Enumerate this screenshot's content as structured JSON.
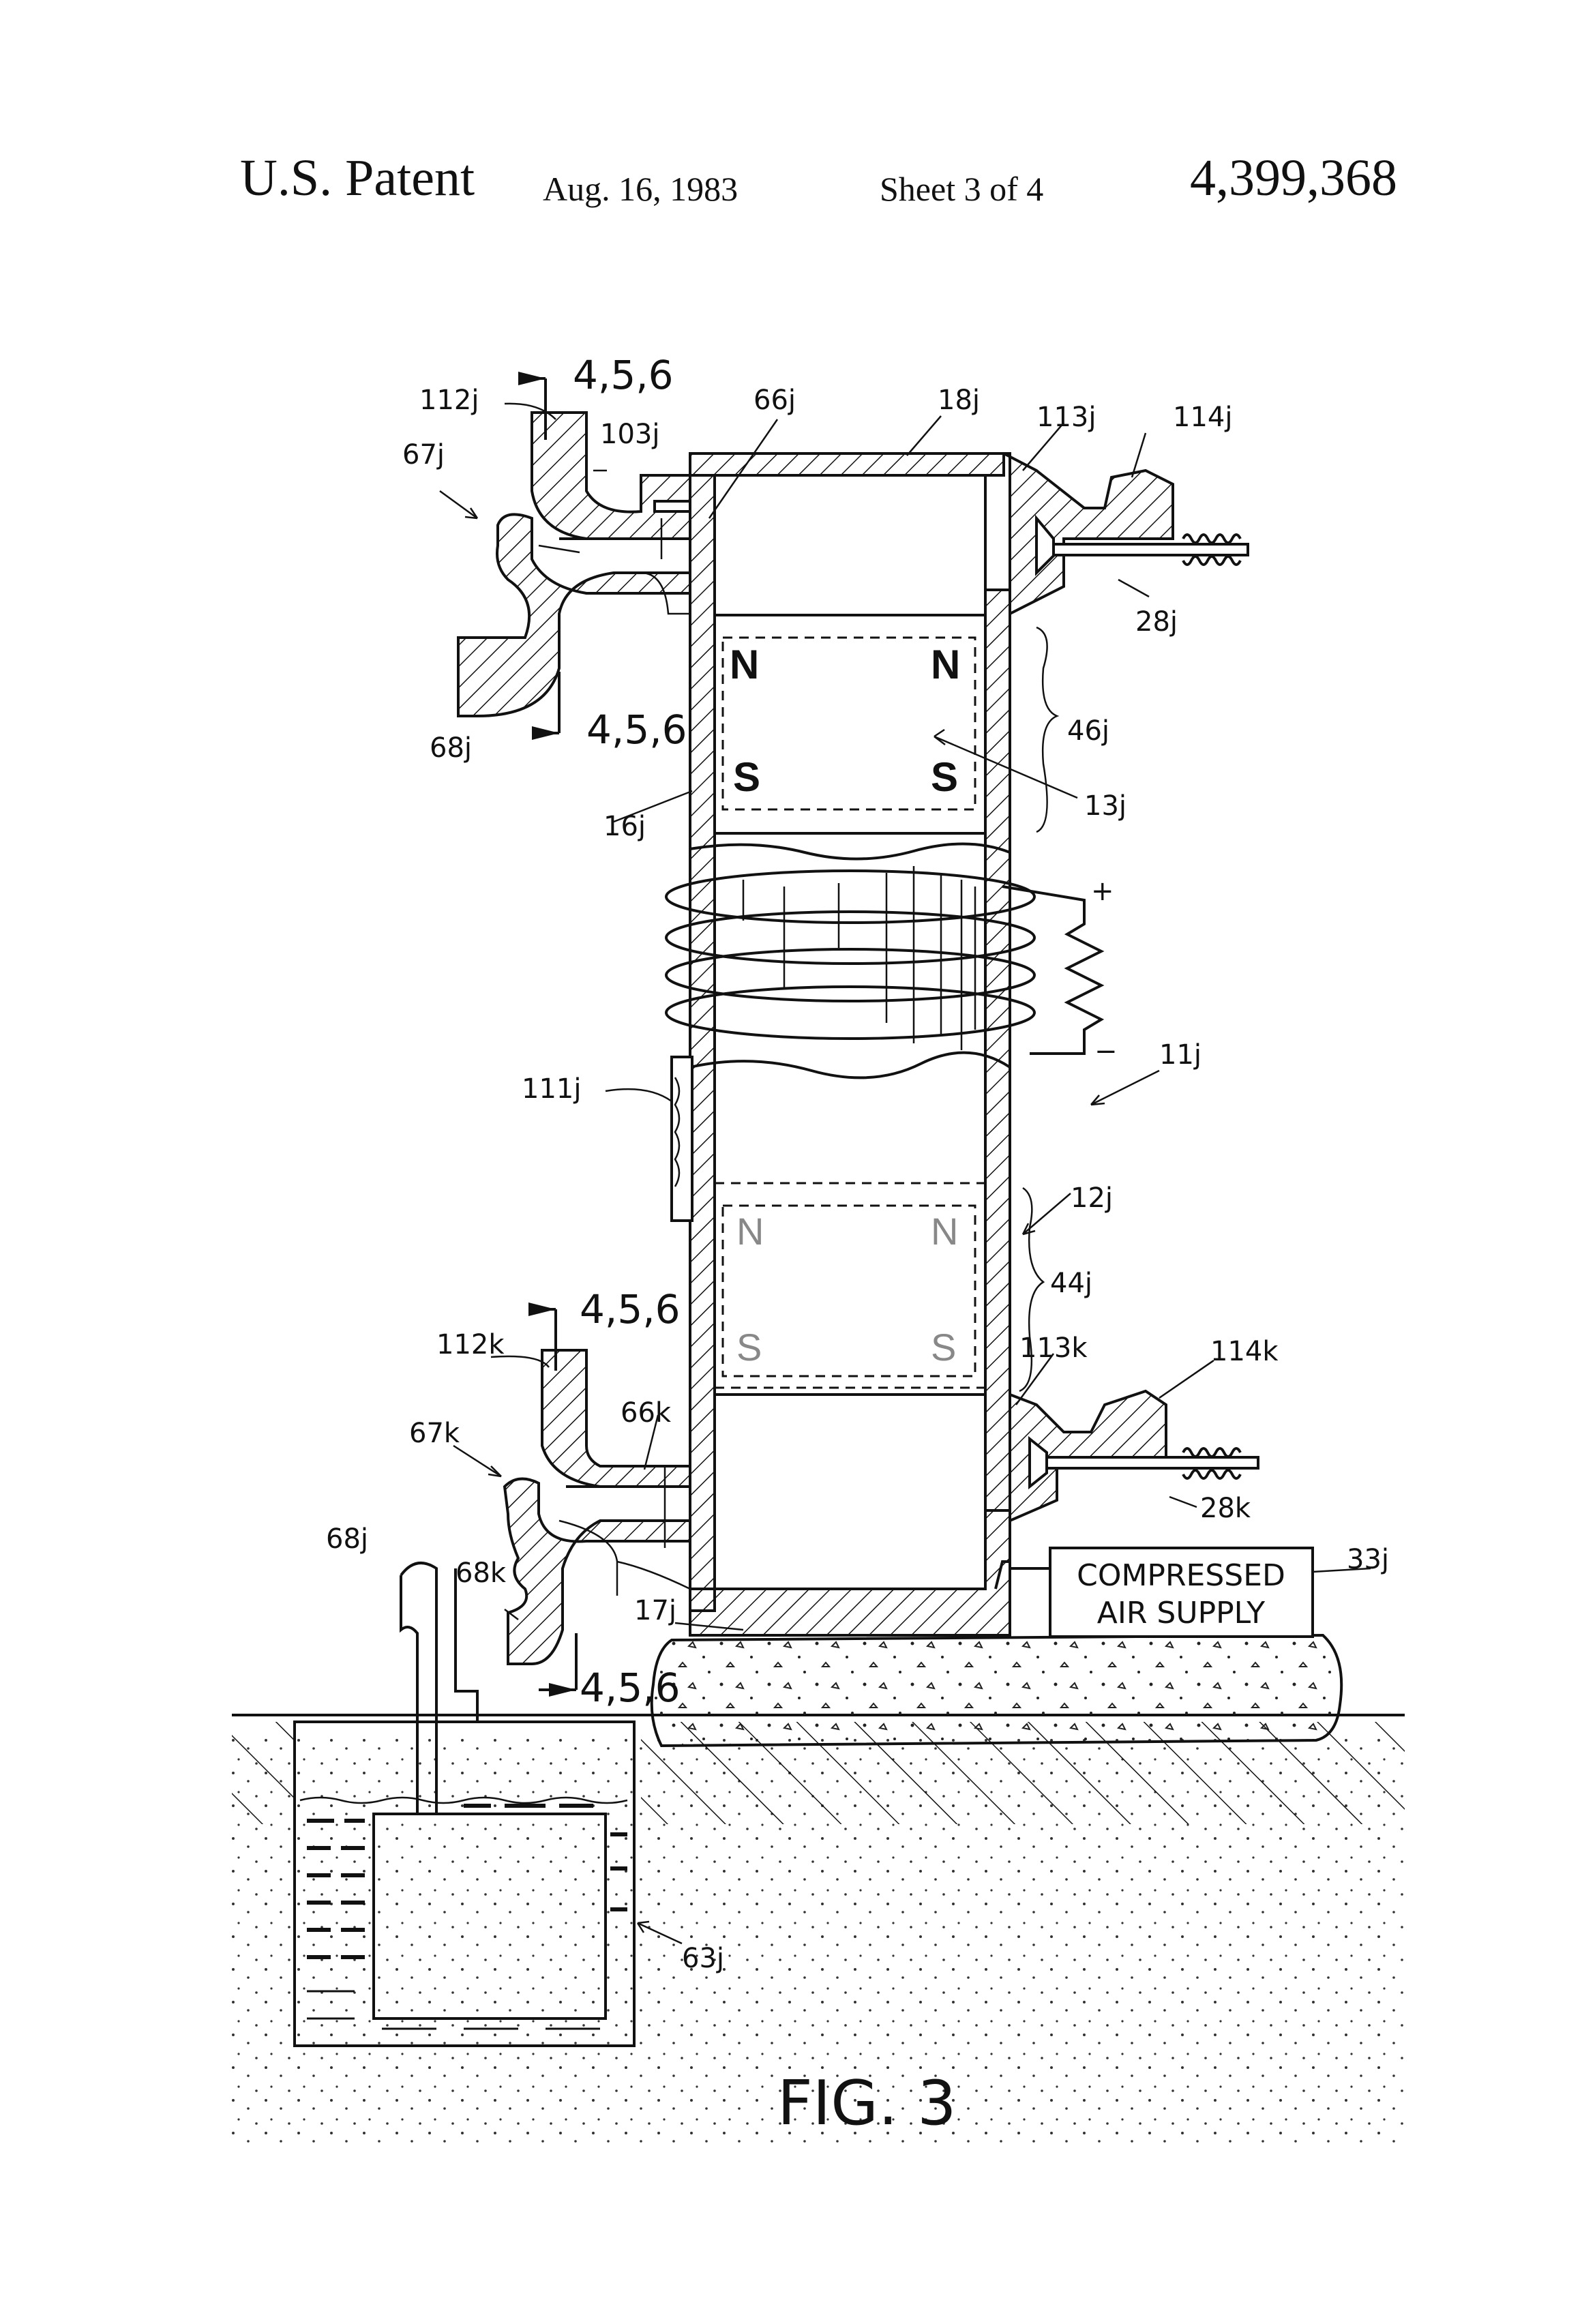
{
  "header": {
    "patent_label": "U.S. Patent",
    "date": "Aug. 16, 1983",
    "sheet": "Sheet 3 of 4",
    "patent_number": "4,399,368"
  },
  "labels": {
    "section_456": "4,5,6",
    "l_112j": "112j",
    "l_103j": "103j",
    "l_67j": "67j",
    "l_66j": "66j",
    "l_18j": "18j",
    "l_113j": "113j",
    "l_114j": "114j",
    "l_28j": "28j",
    "l_46j": "46j",
    "l_13j": "13j",
    "l_68j": "68j",
    "l_16j": "16j",
    "l_plus": "+",
    "l_minus": "−",
    "l_11j": "11j",
    "l_111j": "111j",
    "l_12j": "12j",
    "l_44j": "44j",
    "l_112k": "112k",
    "l_113k": "113k",
    "l_114k": "114k",
    "l_66k": "66k",
    "l_67k": "67k",
    "l_28k": "28k",
    "l_68j_lower": "68j",
    "l_68k": "68k",
    "l_17j": "17j",
    "l_33j": "33j",
    "l_63j": "63j"
  },
  "poles": {
    "north": "N",
    "south": "S"
  },
  "air_supply": {
    "line1": "COMPRESSED",
    "line2": "AIR SUPPLY"
  },
  "figure_caption": "FIG. 3"
}
